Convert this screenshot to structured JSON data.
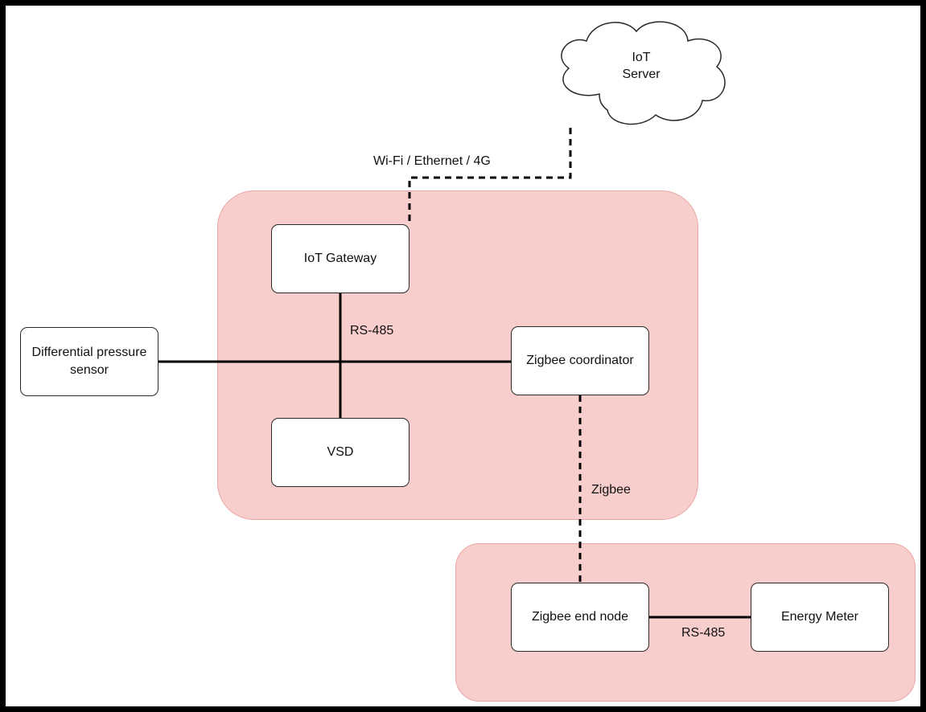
{
  "diagram": {
    "groups": [
      {
        "id": "main",
        "members": [
          "IoT Gateway",
          "VSD",
          "Zigbee coordinator"
        ],
        "fill_color": "#f8cecc"
      },
      {
        "id": "end",
        "members": [
          "Zigbee end node",
          "Energy Meter"
        ],
        "fill_color": "#f8cecc"
      }
    ],
    "cloud": {
      "label": "IoT\nServer"
    },
    "nodes": {
      "gateway": "IoT Gateway",
      "vsd": "VSD",
      "dps": "Differential pressure\nsensor",
      "coordinator": "Zigbee coordinator",
      "endnode": "Zigbee end node",
      "meter": "Energy Meter"
    },
    "edge_labels": {
      "wifi": "Wi-Fi / Ethernet / 4G",
      "rs485_bus": "RS-485",
      "zigbee": "Zigbee",
      "rs485_meter": "RS-485"
    },
    "connections": [
      {
        "from": "IoT Server",
        "to": "IoT Gateway",
        "style": "dashed",
        "label": "Wi-Fi / Ethernet / 4G"
      },
      {
        "from": "IoT Gateway",
        "to": "VSD",
        "style": "solid",
        "label": "RS-485"
      },
      {
        "from": "Differential pressure sensor",
        "to": "Zigbee coordinator",
        "style": "solid",
        "label": "RS-485"
      },
      {
        "from": "Zigbee coordinator",
        "to": "Zigbee end node",
        "style": "dashed",
        "label": "Zigbee"
      },
      {
        "from": "Zigbee end node",
        "to": "Energy Meter",
        "style": "solid",
        "label": "RS-485"
      }
    ]
  }
}
